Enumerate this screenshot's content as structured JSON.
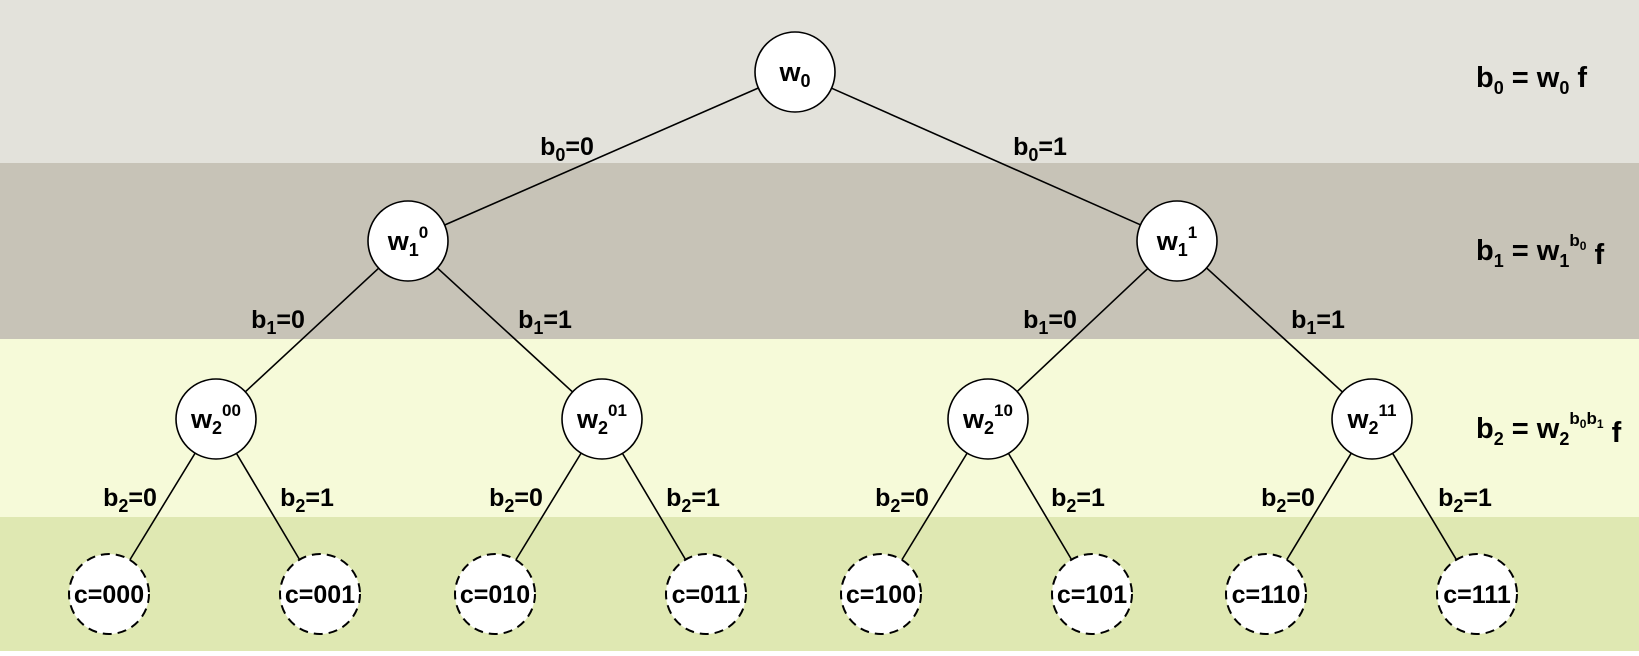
{
  "colors": {
    "band_0": "#e3e2db",
    "band_1": "#c7c3b7",
    "band_2": "#f6fad9",
    "band_3": "#dfe8b2",
    "node_fill": "#ffffff",
    "stroke": "#000000"
  },
  "root": {
    "w": "w",
    "sub": "0",
    "sup": ""
  },
  "level1": [
    {
      "w": "w",
      "sub": "1",
      "sup": "0"
    },
    {
      "w": "w",
      "sub": "1",
      "sup": "1"
    }
  ],
  "level2": [
    {
      "w": "w",
      "sub": "2",
      "sup": "00"
    },
    {
      "w": "w",
      "sub": "2",
      "sup": "01"
    },
    {
      "w": "w",
      "sub": "2",
      "sup": "10"
    },
    {
      "w": "w",
      "sub": "2",
      "sup": "11"
    }
  ],
  "leaves": [
    "c=000",
    "c=001",
    "c=010",
    "c=011",
    "c=100",
    "c=101",
    "c=110",
    "c=111"
  ],
  "edges_b0": [
    {
      "b": "b",
      "sub": "0",
      "val": "=0"
    },
    {
      "b": "b",
      "sub": "0",
      "val": "=1"
    }
  ],
  "edges_b1": [
    {
      "b": "b",
      "sub": "1",
      "val": "=0"
    },
    {
      "b": "b",
      "sub": "1",
      "val": "=1"
    },
    {
      "b": "b",
      "sub": "1",
      "val": "=0"
    },
    {
      "b": "b",
      "sub": "1",
      "val": "=1"
    }
  ],
  "edges_b2": [
    {
      "b": "b",
      "sub": "2",
      "val": "=0"
    },
    {
      "b": "b",
      "sub": "2",
      "val": "=1"
    },
    {
      "b": "b",
      "sub": "2",
      "val": "=0"
    },
    {
      "b": "b",
      "sub": "2",
      "val": "=1"
    },
    {
      "b": "b",
      "sub": "2",
      "val": "=0"
    },
    {
      "b": "b",
      "sub": "2",
      "val": "=1"
    },
    {
      "b": "b",
      "sub": "2",
      "val": "=0"
    },
    {
      "b": "b",
      "sub": "2",
      "val": "=1"
    }
  ],
  "formulas": [
    {
      "lhs": "b",
      "lhs_sub": "0",
      "eq": " = ",
      "w": "w",
      "w_sub": "0",
      "w_sup": "",
      "sup_sub": [],
      "tail": " f"
    },
    {
      "lhs": "b",
      "lhs_sub": "1",
      "eq": " = ",
      "w": "w",
      "w_sub": "1",
      "w_sup": "",
      "sup_sub": [
        {
          "b": "b",
          "s": "0"
        }
      ],
      "tail": " f"
    },
    {
      "lhs": "b",
      "lhs_sub": "2",
      "eq": " = ",
      "w": "w",
      "w_sub": "2",
      "w_sup": "",
      "sup_sub": [
        {
          "b": "b",
          "s": "0"
        },
        {
          "b": "b",
          "s": "1"
        }
      ],
      "tail": " f"
    }
  ]
}
